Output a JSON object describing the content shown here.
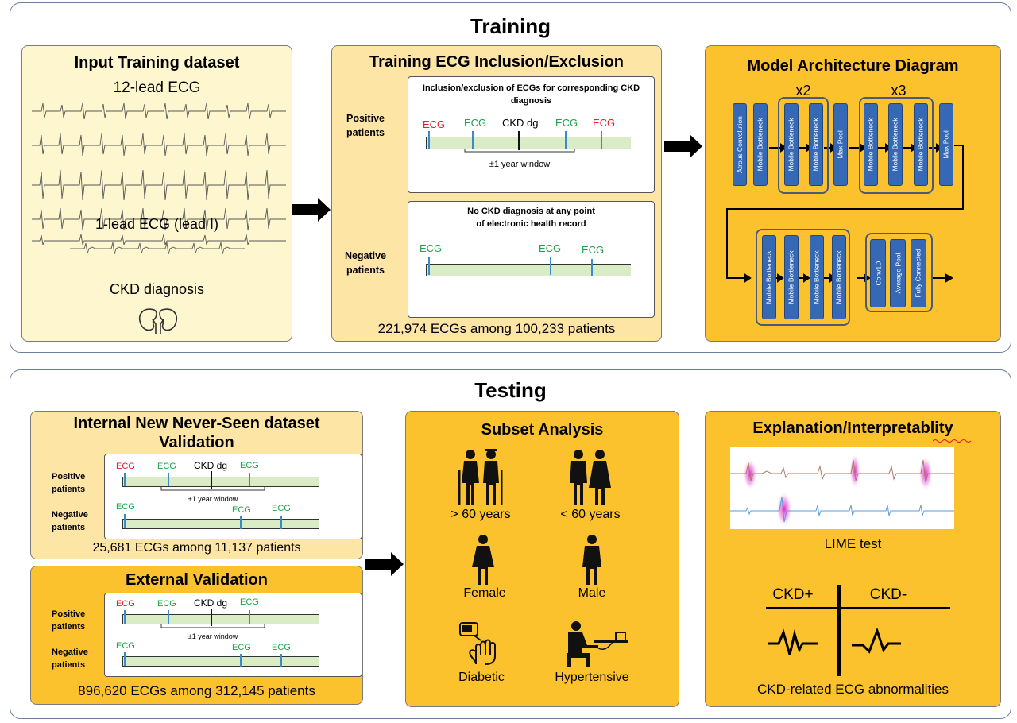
{
  "training": {
    "title": "Training",
    "input": {
      "title": "Input Training dataset",
      "ecg12": "12-lead ECG",
      "ecg1": "1-lead ECG (lead I)",
      "ckd": "CKD diagnosis"
    },
    "inclusion": {
      "title": "Training ECG Inclusion/Exclusion",
      "pos_box_title": "Inclusion/exclusion of ECGs for corresponding CKD diagnosis",
      "pos_label": "Positive patients",
      "neg_label": "Negative patients",
      "ecg": "ECG",
      "ckd_dg": "CKD dg",
      "window": "±1 year window",
      "neg_box_title_1": "No CKD diagnosis at any point",
      "neg_box_title_2": "of electronic health record",
      "count": "221,974 ECGs among 100,233 patients"
    },
    "model": {
      "title": "Model Architecture Diagram",
      "x2": "x2",
      "x3": "x3",
      "atrous": "Atrous Convolution",
      "mb": "Mobile Bottleneck",
      "maxpool": "Max Pool",
      "conv1d": "Conv1D",
      "avgpool": "Average Pool",
      "fc": "Fully Connected"
    }
  },
  "testing": {
    "title": "Testing",
    "internal": {
      "title_1": "Internal New Never-Seen dataset",
      "title_2": "Validation",
      "pos_label": "Positive patients",
      "neg_label": "Negative patients",
      "ecg": "ECG",
      "ckd_dg": "CKD dg",
      "window": "±1 year window",
      "count": "25,681 ECGs among 11,137 patients"
    },
    "external": {
      "title": "External Validation",
      "pos_label": "Positive patients",
      "neg_label": "Negative patients",
      "ecg": "ECG",
      "ckd_dg": "CKD dg",
      "window": "±1 year window",
      "count": "896,620 ECGs among 312,145 patients"
    },
    "subset": {
      "title": "Subset Analysis",
      "over60": "> 60 years",
      "under60": "< 60 years",
      "female": "Female",
      "male": "Male",
      "diabetic": "Diabetic",
      "hypertensive": "Hypertensive"
    },
    "explain": {
      "title": "Explanation/Interpretablity",
      "lime": "LIME test",
      "ckd_pos": "CKD+",
      "ckd_neg": "CKD-",
      "footer": "CKD-related ECG abnormalities"
    }
  },
  "colors": {
    "pale_yellow": "#fdf6cf",
    "peach": "#fde5a6",
    "gold": "#fcc22d",
    "block_blue": "#3568b5",
    "ecg_red": "#e0202a",
    "ecg_green": "#1ea34a",
    "marker_blue": "#3a8cc8"
  }
}
